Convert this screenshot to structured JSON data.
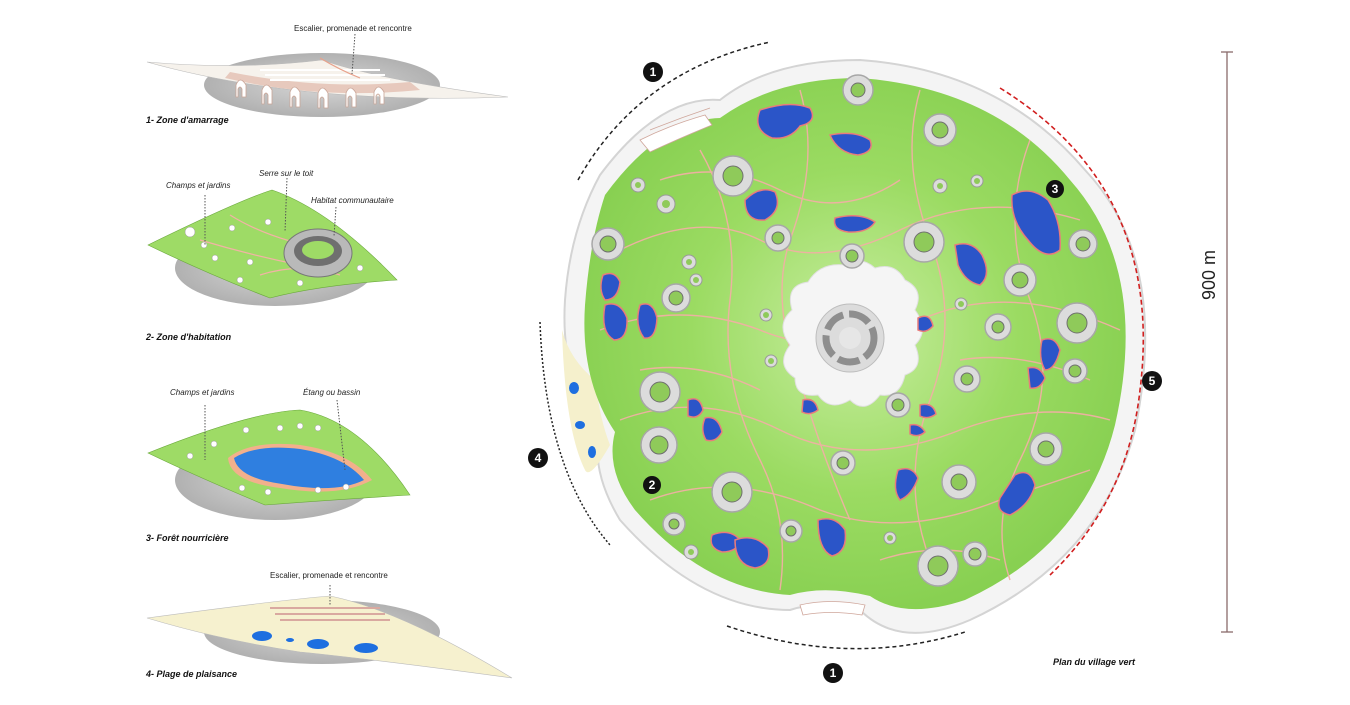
{
  "zones": [
    {
      "caption": "1- Zone d'amarrage",
      "labels": [
        "Escalier, promenade et rencontre"
      ]
    },
    {
      "caption": "2- Zone d'habitation",
      "labels": [
        "Champs et jardins",
        "Serre sur le toit",
        "Habitat communautaire"
      ]
    },
    {
      "caption": "3- Forêt nourricière",
      "labels": [
        "Champs et jardins",
        "Étang ou bassin"
      ]
    },
    {
      "caption": "4- Plage de plaisance",
      "labels": [
        "Escalier, promenade et rencontre"
      ]
    }
  ],
  "plan": {
    "title": "Plan du village vert",
    "markers": [
      "1",
      "1",
      "2",
      "3",
      "4",
      "5"
    ],
    "scale": "900 m"
  },
  "colors": {
    "green": "#8fd45a",
    "water": "#2b55c8",
    "path": "#f0a9a0",
    "rim": "#e9e9e9",
    "beach": "#f3efcf",
    "accent_red": "#d11f1f"
  }
}
